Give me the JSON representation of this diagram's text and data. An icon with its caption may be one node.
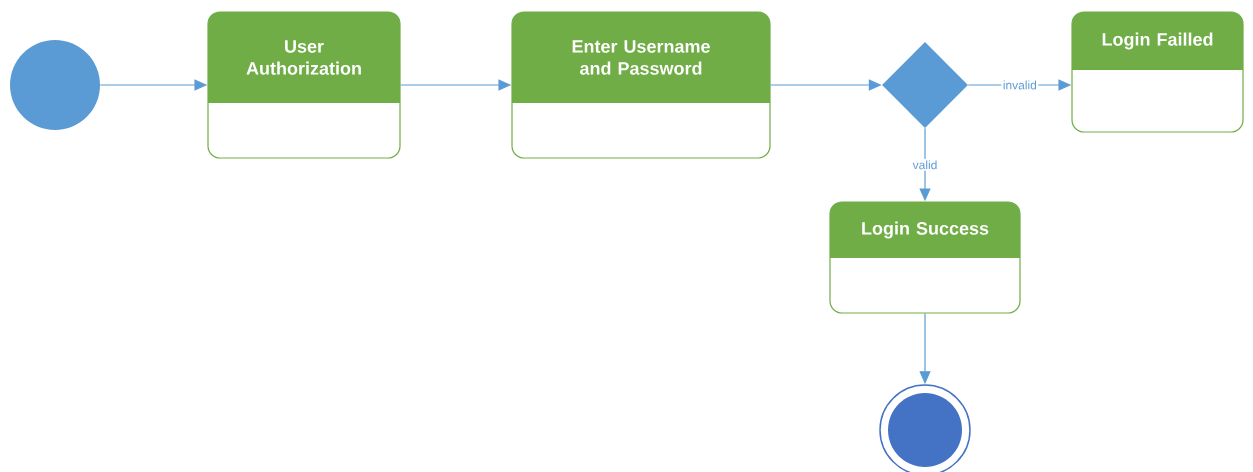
{
  "diagram": {
    "nodes": [
      {
        "text": [],
        "shape": "circle"
      },
      {
        "text": [
          "User Authorization"
        ]
      },
      {
        "text": [
          "Enter Username and Password"
        ]
      },
      {
        "text": [],
        "shape": "diamond"
      },
      {
        "text": [
          "Login Failled"
        ]
      },
      {
        "text": [
          "Login Success"
        ]
      },
      {
        "text": [],
        "shape": "circle"
      }
    ],
    "edges": [
      {
        "from": 0,
        "to": 1,
        "arrow": "to"
      },
      {
        "from": 1,
        "to": 2,
        "arrow": "to"
      },
      {
        "from": 2,
        "to": 3,
        "arrow": "to"
      },
      {
        "from": 3,
        "to": 4,
        "arrow": "to",
        "label": "invalid"
      },
      {
        "from": 3,
        "to": 5,
        "arrow": "to",
        "label": "valid"
      },
      {
        "from": 5,
        "to": 6,
        "arrow": "to"
      }
    ]
  }
}
